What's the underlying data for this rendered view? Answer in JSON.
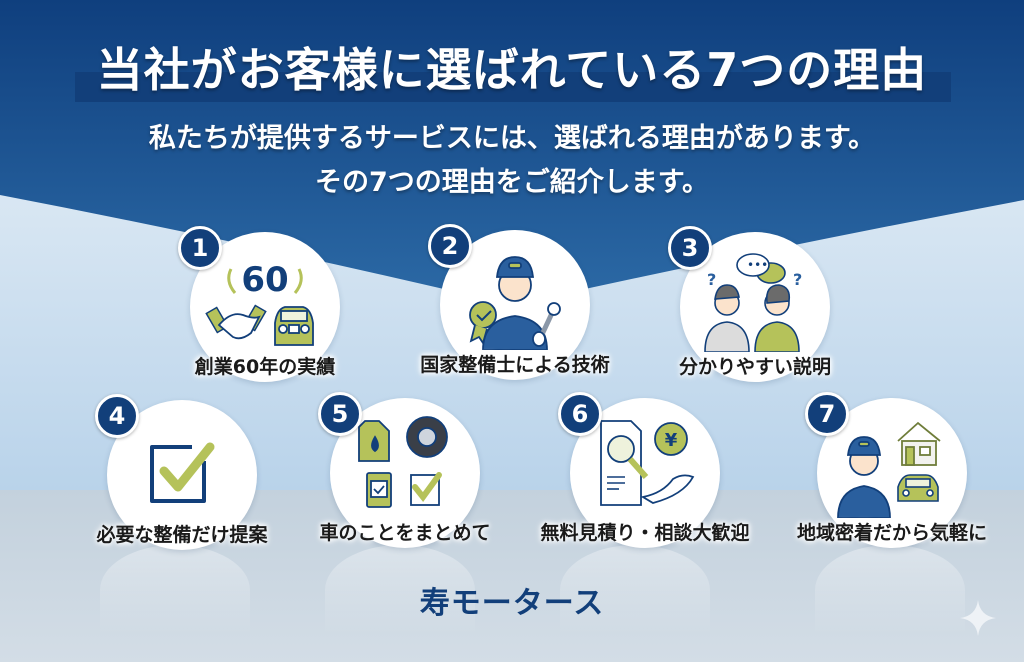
{
  "header": {
    "title": "当社がお客様に選ばれている7つの理由",
    "subtitle_line1": "私たちが提供するサービスには、選ばれる理由があります。",
    "subtitle_line2": "その7つの理由をご紹介します。"
  },
  "reasons": [
    {
      "number": "1",
      "label": "創業60年の実績",
      "icon": "handshake-car-60-years-icon",
      "badge_text": "60"
    },
    {
      "number": "2",
      "label": "国家整備士による技術",
      "icon": "certified-mechanic-icon"
    },
    {
      "number": "3",
      "label": "分かりやすい説明",
      "icon": "conversation-icon"
    },
    {
      "number": "4",
      "label": "必要な整備だけ提案",
      "icon": "checkbox-check-icon"
    },
    {
      "number": "5",
      "label": "車のことをまとめて",
      "icon": "oil-tire-checklist-icon"
    },
    {
      "number": "6",
      "label": "無料見積り・相談大歓迎",
      "icon": "estimate-yen-icon",
      "yen_symbol": "¥"
    },
    {
      "number": "7",
      "label": "地域密着だから気軽に",
      "icon": "local-mechanic-house-car-icon"
    }
  ],
  "footer": {
    "brand": "寿モータース"
  },
  "colors": {
    "navy": "#123f7a",
    "blue_bg": "#1f5d9c",
    "light_bg": "#dfeaf3",
    "accent_green": "#b5c25a",
    "floor": "#c9d6e0"
  }
}
